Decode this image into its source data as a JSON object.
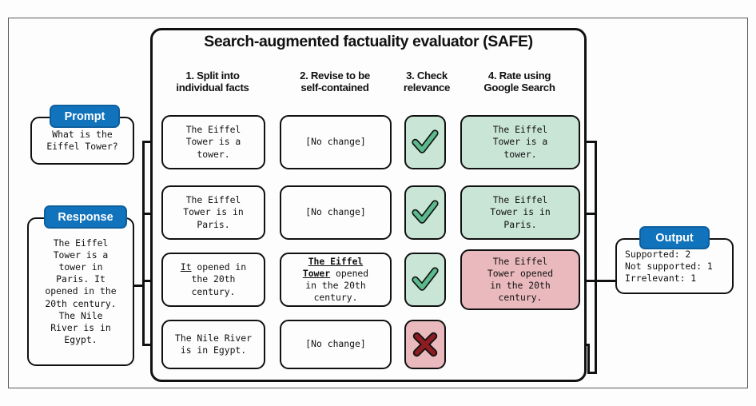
{
  "diagram": {
    "title": "Search-augmented factuality evaluator (SAFE)",
    "columns": [
      {
        "line1": "1. Split into",
        "line2": "individual facts"
      },
      {
        "line1": "2. Revise to be",
        "line2": "self-contained"
      },
      {
        "line1": "3. Check",
        "line2": "relevance"
      },
      {
        "line1": "4. Rate using",
        "line2": "Google Search"
      }
    ],
    "input": {
      "prompt_label": "Prompt",
      "prompt_text": "What is the\nEiffel Tower?",
      "response_label": "Response",
      "response_text": "The Eiffel\nTower is a\ntower in\nParis. It\nopened in the\n20th century.\nThe Nile\nRiver is in\nEgypt."
    },
    "rows": [
      {
        "fact": "The Eiffel\nTower is a\ntower.",
        "fact_underline": "",
        "revised": "[No change]",
        "revised_bold_underline": "",
        "relevance": "check",
        "relevance_icon": "check-icon",
        "rating": "The Eiffel\nTower is a\ntower.",
        "rating_status": "supported"
      },
      {
        "fact": "The Eiffel\nTower is in\nParis.",
        "fact_underline": "",
        "revised": "[No change]",
        "revised_bold_underline": "",
        "relevance": "check",
        "relevance_icon": "check-icon",
        "rating": "The Eiffel\nTower is in\nParis.",
        "rating_status": "supported"
      },
      {
        "fact": "It opened in\nthe 20th\ncentury.",
        "fact_underline": "It",
        "revised": " opened\nin the 20th\ncentury.",
        "revised_bold_underline": "The Eiffel\nTower",
        "relevance": "check",
        "relevance_icon": "check-icon",
        "rating": "The Eiffel\nTower opened\nin the 20th\ncentury.",
        "rating_status": "not-supported"
      },
      {
        "fact": "The Nile River\nis in Egypt.",
        "fact_underline": "",
        "revised": "[No change]",
        "revised_bold_underline": "",
        "relevance": "cross",
        "relevance_icon": "cross-icon",
        "rating": "",
        "rating_status": "irrelevant"
      }
    ],
    "output": {
      "label": "Output",
      "lines": [
        "Supported: 2",
        "Not supported: 1",
        "Irrelevant: 1"
      ]
    },
    "colors": {
      "pill_blue": "#1273bd",
      "supported_mint": "#c9e5d6",
      "unsupported_pink": "#e9b9bd",
      "check_green": "#5cb98c",
      "cross_red": "#8c1c22",
      "line_black": "#111111"
    }
  }
}
